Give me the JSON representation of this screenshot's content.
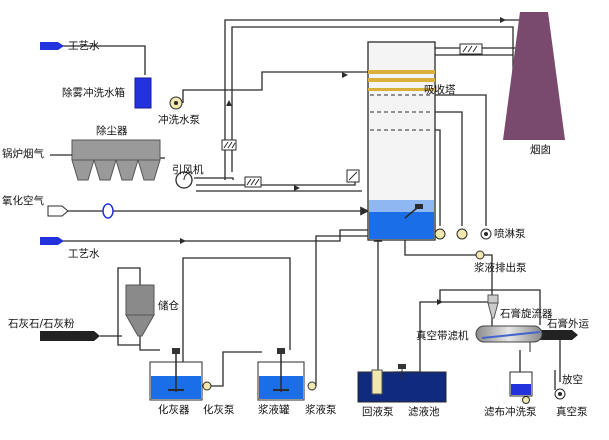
{
  "labels": {
    "process_water_top": "工艺水",
    "mist_tank": "除雾冲洗水箱",
    "flush_pump": "冲洗水泵",
    "dust_collector": "除尘器",
    "boiler_flue_gas": "锅炉烟气",
    "induced_fan": "引风机",
    "absorber": "吸收塔",
    "chimney": "烟囱",
    "oxidation_air": "氧化空气",
    "spray_pump": "喷淋泵",
    "process_water_mid": "工艺水",
    "slurry_discharge_pump": "浆液排出泵",
    "storage_silo": "储仓",
    "gypsum_cyclone": "石膏旋流器",
    "limestone_powder": "石灰石/石灰粉",
    "vacuum_belt_filter": "真空带滤机",
    "gypsum_out": "石膏外运",
    "lime_slaker": "化灰器",
    "lime_pump": "化灰泵",
    "slurry_tank": "浆液罐",
    "slurry_pump": "浆液泵",
    "return_pump": "回液泵",
    "filtrate_tank": "滤液池",
    "cloth_wash_pump": "滤布冲洗泵",
    "vent": "放空",
    "vacuum_pump": "真空泵"
  },
  "colors": {
    "pipe": "#2b2b2b",
    "equipment_blue": "#2233dd",
    "liquid_blue": "#1a6ee8",
    "chimney": "#7a4a6e",
    "tower_fill": "#f4f4f4",
    "mist_band": "#d9b13a"
  }
}
